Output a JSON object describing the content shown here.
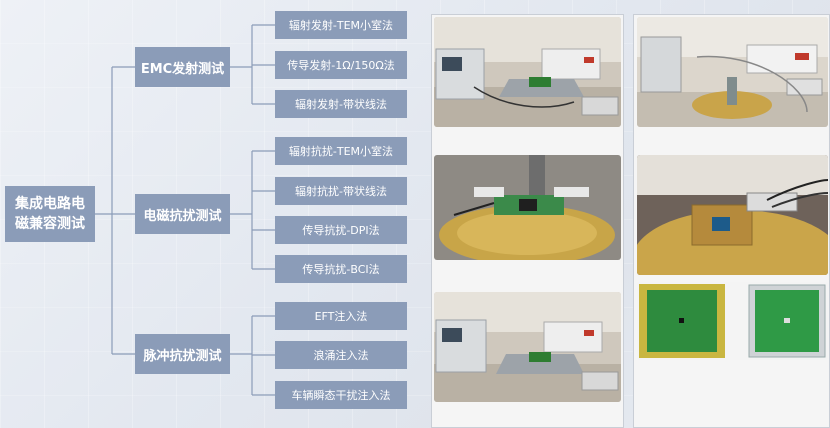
{
  "root": {
    "label": "集成电路电磁兼容测试"
  },
  "categories": [
    {
      "label": "EMC发射测试",
      "items": [
        "辐射发射-TEM小室法",
        "传导发射-1Ω/150Ω法",
        "辐射发射-带状线法"
      ]
    },
    {
      "label": "电磁抗扰测试",
      "items": [
        "辐射抗扰-TEM小室法",
        "辐射抗扰-带状线法",
        "传导抗扰-DPI法",
        "传导抗扰-BCI法"
      ]
    },
    {
      "label": "脉冲抗扰测试",
      "items": [
        "EFT注入法",
        "浪涌注入法",
        "车辆瞬态干扰注入法"
      ]
    }
  ],
  "photos": [
    {
      "name": "photo-tem-cell-setup"
    },
    {
      "name": "photo-gold-plate-probe-setup"
    },
    {
      "name": "photo-stripline-board-closeup"
    },
    {
      "name": "photo-dpi-injection-closeup"
    },
    {
      "name": "photo-bci-setup"
    },
    {
      "name": "photo-test-boards-green"
    }
  ]
}
